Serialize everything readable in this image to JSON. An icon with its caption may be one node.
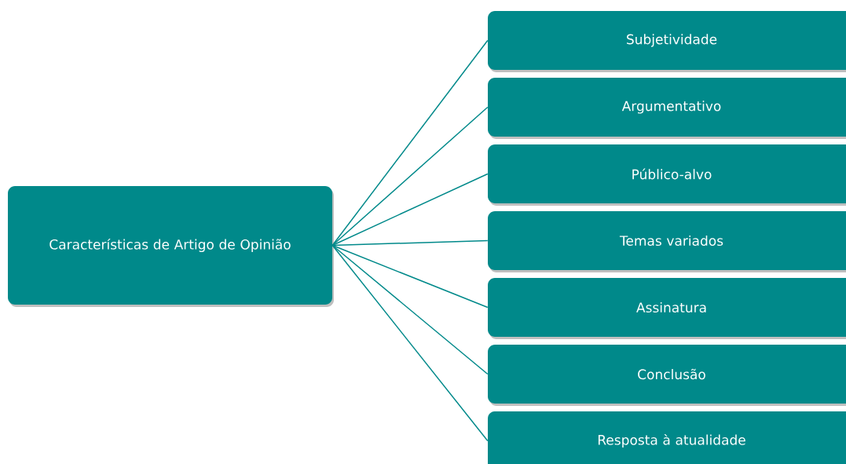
{
  "diagram": {
    "nodes": [
      {
        "text": [
          "Características de Artigo de Opinião"
        ]
      },
      {
        "text": [
          "Subjetividade"
        ]
      },
      {
        "text": [
          "Argumentativo"
        ]
      },
      {
        "text": [
          "Público-alvo"
        ]
      },
      {
        "text": [
          "Temas variados"
        ]
      },
      {
        "text": [
          "Assinatura"
        ]
      },
      {
        "text": [
          "Conclusão"
        ]
      },
      {
        "text": [
          "Resposta à atualidade"
        ]
      }
    ],
    "edges": [
      {
        "from": 0,
        "to": 1,
        "arrow": "none"
      },
      {
        "from": 0,
        "to": 2,
        "arrow": "none"
      },
      {
        "from": 0,
        "to": 3,
        "arrow": "none"
      },
      {
        "from": 0,
        "to": 4,
        "arrow": "none"
      },
      {
        "from": 0,
        "to": 5,
        "arrow": "none"
      },
      {
        "from": 0,
        "to": 6,
        "arrow": "none"
      },
      {
        "from": 0,
        "to": 7,
        "arrow": "none"
      }
    ]
  }
}
